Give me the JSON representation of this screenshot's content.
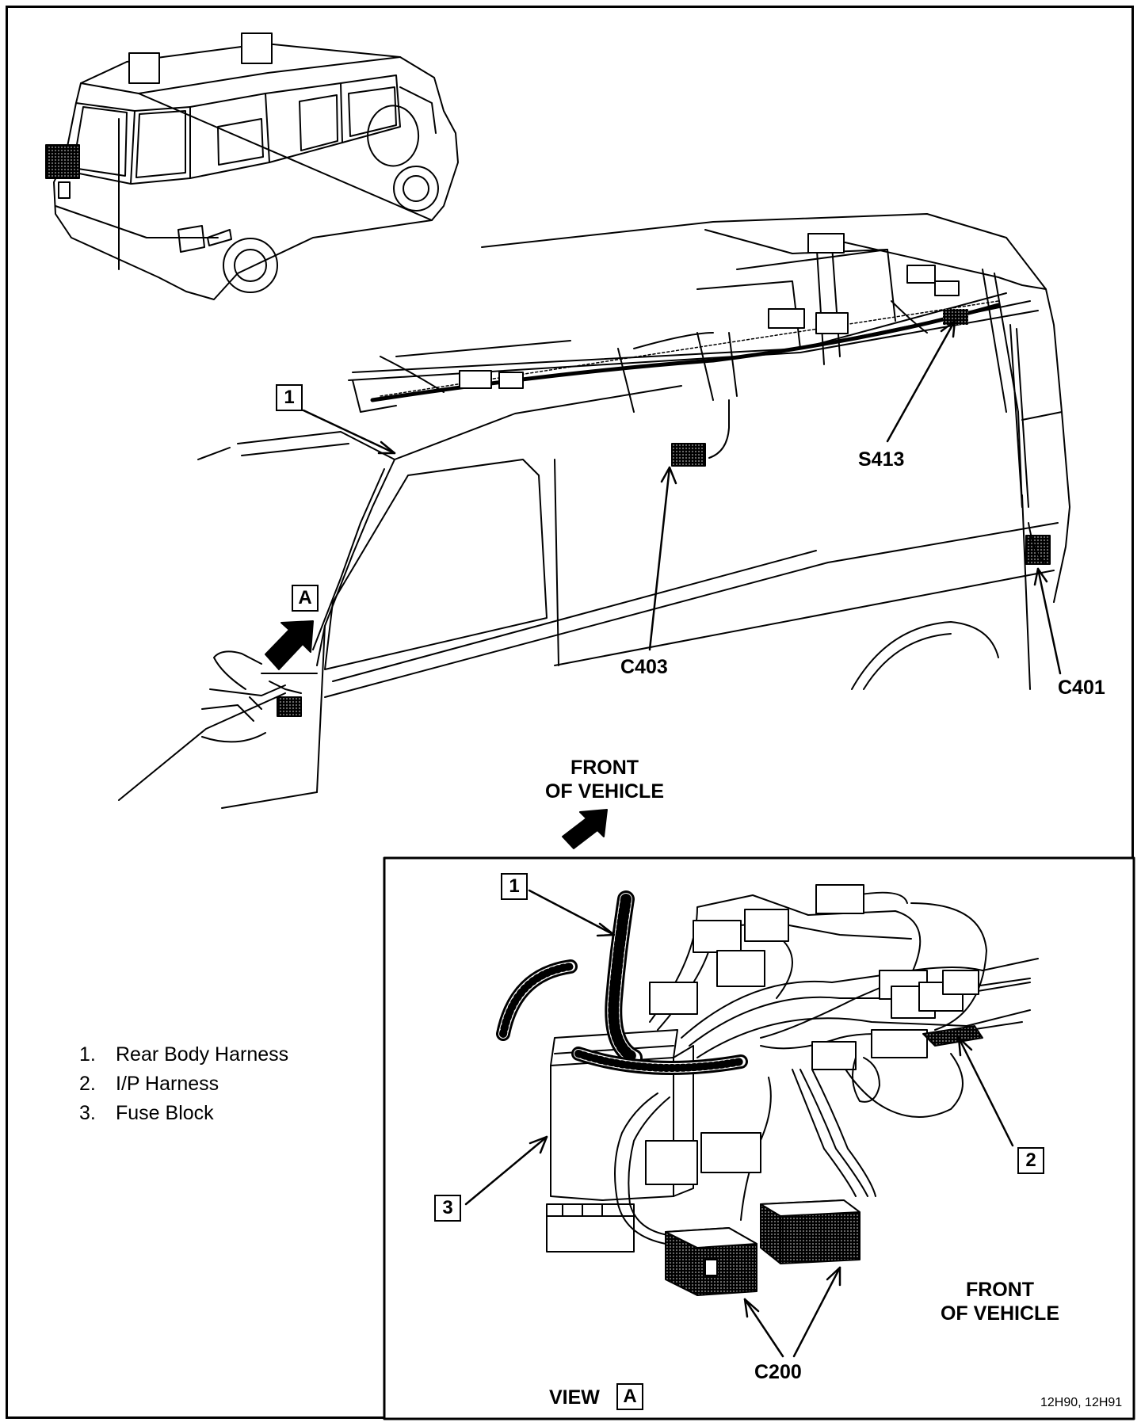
{
  "callouts": {
    "main_1": "1",
    "main_A": "A",
    "view_1": "1",
    "view_2": "2",
    "view_3": "3",
    "view_A": "A"
  },
  "connectors": {
    "s413": "S413",
    "c403": "C403",
    "c401": "C401",
    "c200": "C200"
  },
  "front_of_vehicle": {
    "line1": "FRONT",
    "line2": "OF VEHICLE"
  },
  "view_label": "VIEW",
  "legend": [
    {
      "num": "1.",
      "text": "Rear Body Harness"
    },
    {
      "num": "2.",
      "text": "I/P Harness"
    },
    {
      "num": "3.",
      "text": "Fuse Block"
    }
  ],
  "figure_code": "12H90, 12H91",
  "colors": {
    "ink": "#000000",
    "shade": "#b8b8b8",
    "paper": "#ffffff"
  }
}
